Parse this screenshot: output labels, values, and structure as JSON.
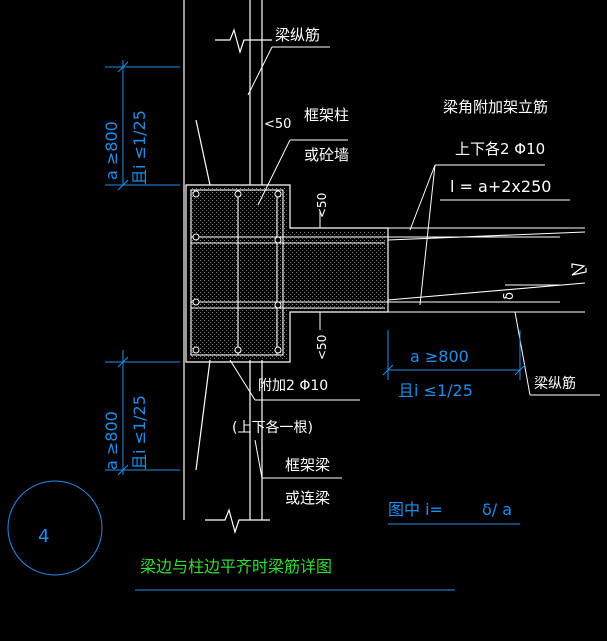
{
  "colors": {
    "background": "#000000",
    "structure_lines": "#ffffff",
    "dimension_lines": "#1f8ee8",
    "title_text": "#33dd33"
  },
  "labels": {
    "beam_long_bar": "梁纵筋",
    "frame_column": "框架柱",
    "or_shear_wall": "或砼墙",
    "dim_lt50": "<50",
    "corner_bar_line1": "梁角附加架立筋",
    "corner_bar_line2": "上下各2 Φ10",
    "formula_l": "l = a+2x250",
    "dim_50_top": "<50",
    "dim_50_bottom": "<50",
    "delta": "δ",
    "add_bar_line1": "附加2 Φ10",
    "add_bar_line2": "(上下各一根)",
    "frame_beam": "框架梁",
    "or_link_beam": "或连梁",
    "beam_long_bar_right": "梁纵筋",
    "legend_i": "图中  i=",
    "legend_frac": "δ/ a"
  },
  "dims": {
    "left_top_a": "a ≥800",
    "left_top_i": "且i ≤1/25",
    "left_bottom_a": "a ≥800",
    "left_bottom_i": "且i ≤1/25",
    "right_a": "a ≥800",
    "right_i": "且i ≤1/25"
  },
  "detail": {
    "number": "4",
    "title": "梁边与柱边平齐时梁筋详图"
  }
}
